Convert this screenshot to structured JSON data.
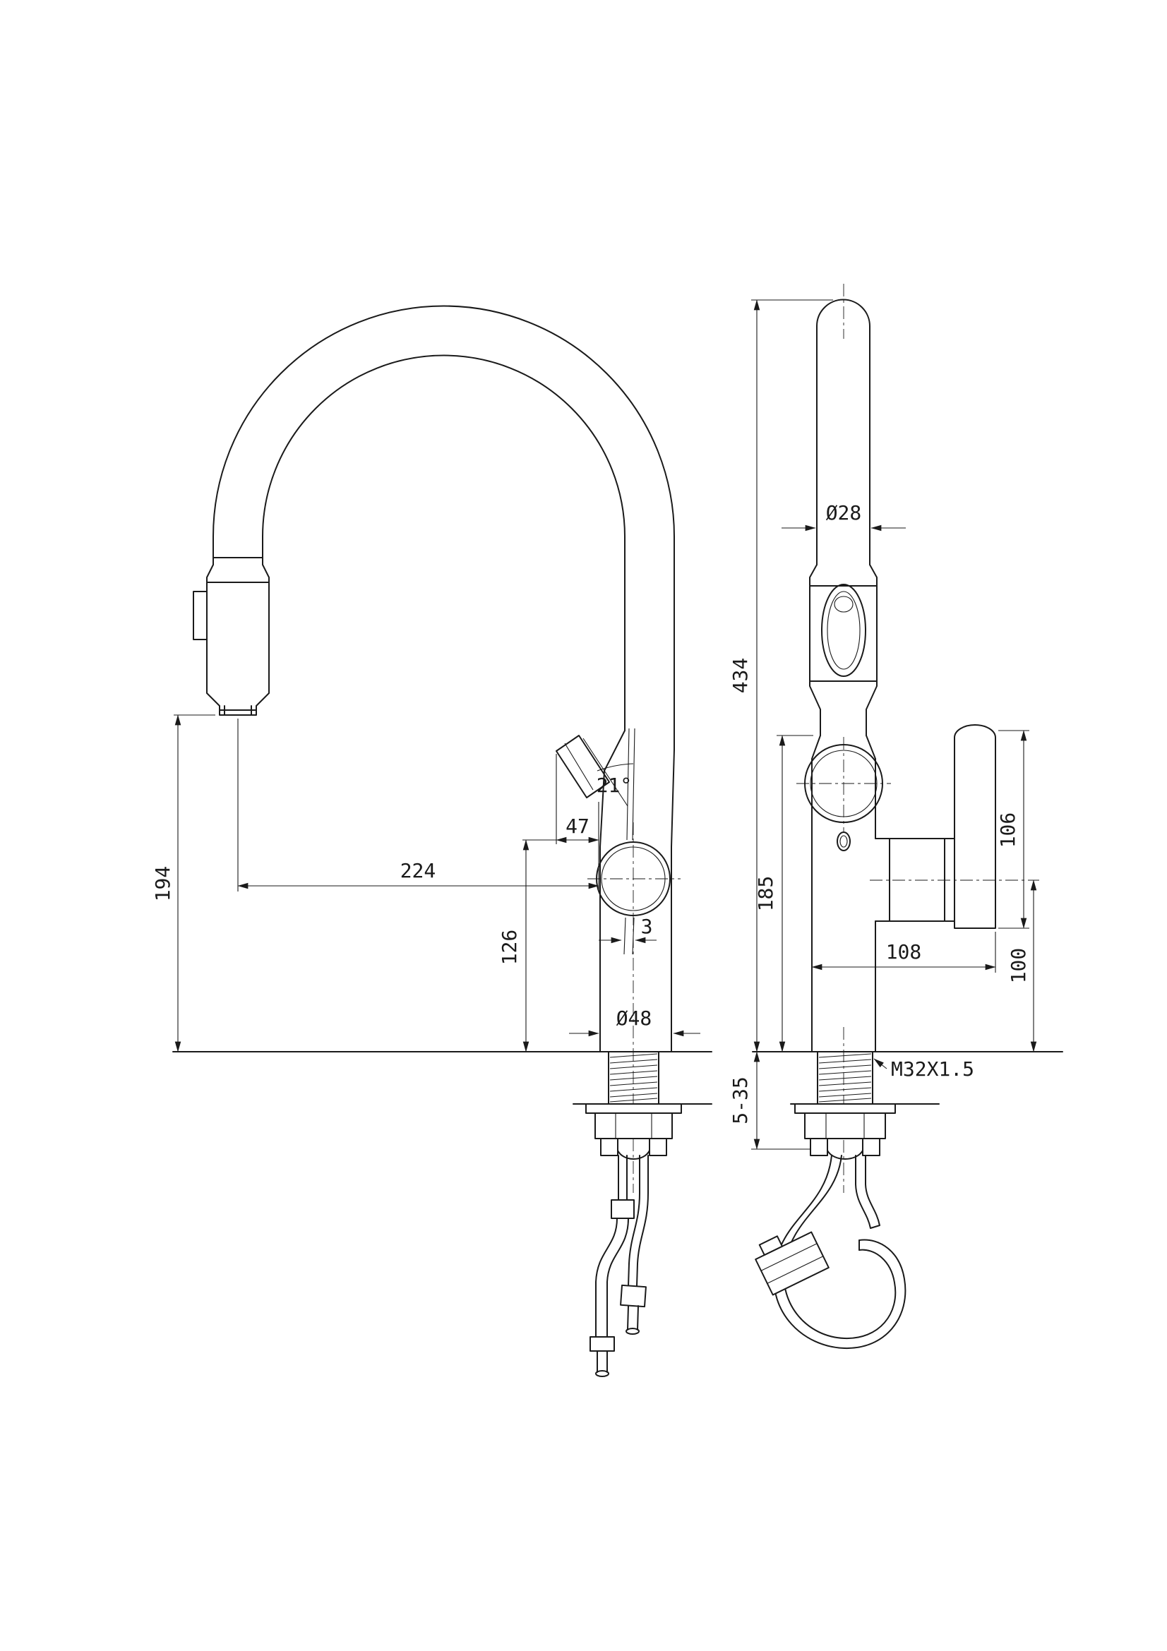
{
  "drawing": {
    "kind": "technical dimension drawing",
    "subject": "pull-down kitchen faucet, two orthographic views",
    "background_color": "#ffffff",
    "line_color": "#1a1a1a",
    "dimensions": {
      "front": {
        "spout_height": "194",
        "spout_reach": "224",
        "body_height": "126",
        "handle_offset": "47",
        "handle_angle": "21°",
        "seam_gap": "3",
        "base_diameter": "Ø48"
      },
      "side": {
        "overall_height": "434",
        "spout_tube_diameter": "Ø28",
        "deck_to_spout": "185",
        "handle_length": "106",
        "body_depth": "108",
        "outlet_center_height": "100",
        "mount_thread": "M32X1.5",
        "deck_thickness_range": "5-35"
      }
    }
  }
}
